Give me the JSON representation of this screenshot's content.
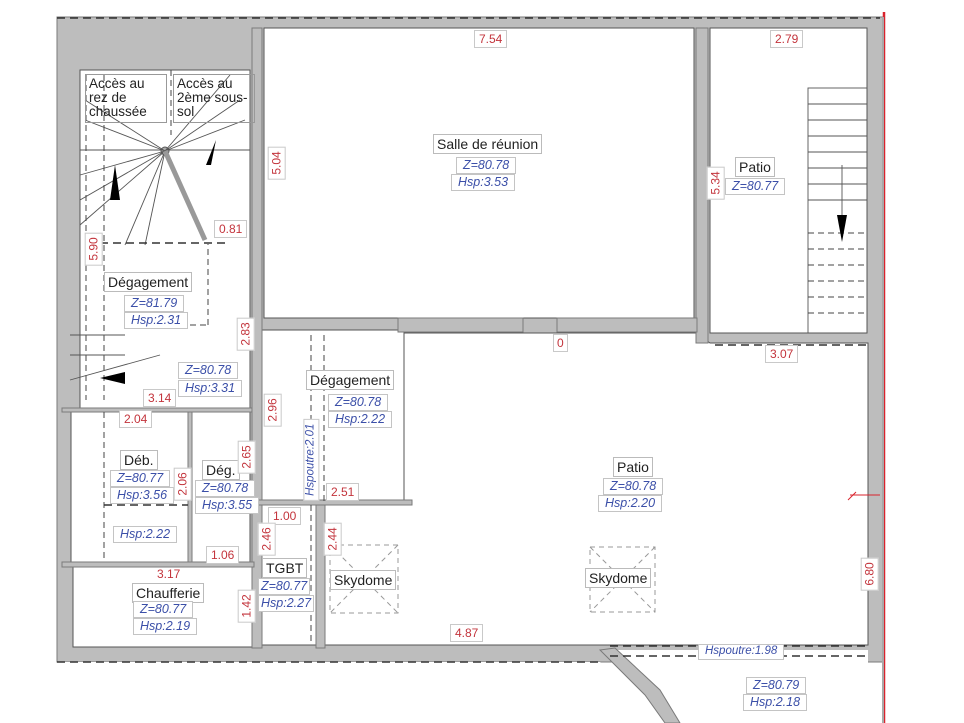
{
  "plan": {
    "colors": {
      "wall": "#bdbdbd",
      "dimension_text": "#c3343c",
      "level_text": "#3b4fa8",
      "property_line": "#d9232d"
    },
    "rooms": [
      {
        "id": "acces-rdc",
        "name": "Accès au rez de chaussée"
      },
      {
        "id": "acces-2ss",
        "name": "Accès au 2ème sous-sol"
      },
      {
        "id": "degagement-1",
        "name": "Dégagement",
        "z": "Z=81.79",
        "hsp": "Hsp:2.31"
      },
      {
        "id": "stair-landing",
        "z": "Z=80.78",
        "hsp": "Hsp:3.31"
      },
      {
        "id": "salle-reunion",
        "name": "Salle de réunion",
        "z": "Z=80.78",
        "hsp": "Hsp:3.53"
      },
      {
        "id": "patio-1",
        "name": "Patio",
        "z": "Z=80.77"
      },
      {
        "id": "degagement-2",
        "name": "Dégagement",
        "z": "Z=80.78",
        "hsp": "Hsp:2.22",
        "hspoutre": "Hspoutre:2.01"
      },
      {
        "id": "deb",
        "name": "Déb.",
        "z": "Z=80.77",
        "hsp": "Hsp:3.56",
        "hsp2": "Hsp:2.22"
      },
      {
        "id": "deg",
        "name": "Dég.",
        "z": "Z=80.78",
        "hsp": "Hsp:3.55"
      },
      {
        "id": "patio-2",
        "name": "Patio",
        "z": "Z=80.78",
        "hsp": "Hsp:2.20"
      },
      {
        "id": "chaufferie",
        "name": "Chaufferie",
        "z": "Z=80.77",
        "hsp": "Hsp:2.19"
      },
      {
        "id": "tgbt",
        "name": "TGBT",
        "z": "Z=80.77",
        "hsp": "Hsp:2.27"
      },
      {
        "id": "skydome-1",
        "name": "Skydome"
      },
      {
        "id": "skydome-2",
        "name": "Skydome"
      },
      {
        "id": "exterior",
        "z": "Z=80.79",
        "hsp": "Hsp:2.18",
        "hspoutre": "Hspoutre:1.98"
      }
    ],
    "dimensions": {
      "d_7_54": "7.54",
      "d_2_79": "2.79",
      "d_5_04": "5.04",
      "d_0_81": "0.81",
      "d_5_90": "5.90",
      "d_5_34": "5.34",
      "d_2_83": "2.83",
      "d_3_14": "3.14",
      "d_3_07": "3.07",
      "d_2_04": "2.04",
      "d_2_96": "2.96",
      "d_2_65": "2.65",
      "d_2_06": "2.06",
      "d_2_51": "2.51",
      "d_1_00": "1.00",
      "d_2_46": "2.46",
      "d_2_44": "2.44",
      "d_1_06": "1.06",
      "d_3_17": "3.17",
      "d_1_42": "1.42",
      "d_4_87": "4.87",
      "d_6_80": "6.80",
      "d_partial": "0"
    }
  }
}
